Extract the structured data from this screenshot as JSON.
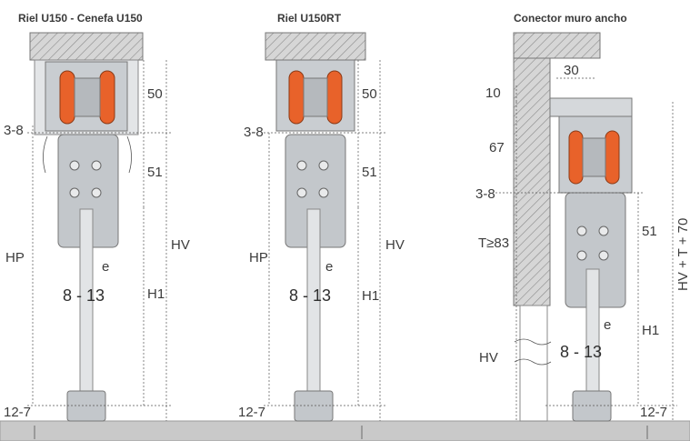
{
  "colors": {
    "roller": "#e8622a",
    "metal": "#c9cdd1",
    "hatch_bg": "#cfcfcf",
    "floor": "#c9c9c9"
  },
  "titles": [
    "Riel U150 - Cenefa U150",
    "Riel U150RT",
    "Conector muro ancho"
  ],
  "diagram1": {
    "d50": "50",
    "d38": "3-8",
    "d51": "51",
    "hp": "HP",
    "hv": "HV",
    "e": "e",
    "gap": "8 - 13",
    "h1": "H1",
    "d127": "12-7"
  },
  "diagram2": {
    "d50": "50",
    "d38": "3-8",
    "d51": "51",
    "hp": "HP",
    "hv": "HV",
    "e": "e",
    "gap": "8 - 13",
    "h1": "H1",
    "d127": "12-7"
  },
  "diagram3": {
    "d30": "30",
    "d10": "10",
    "d67": "67",
    "d38": "3-8",
    "t83": "T≥83",
    "d51": "51",
    "hv": "HV",
    "e": "e",
    "gap": "8 - 13",
    "h1": "H1",
    "d127": "12-7",
    "total": "HV + T + 70"
  }
}
